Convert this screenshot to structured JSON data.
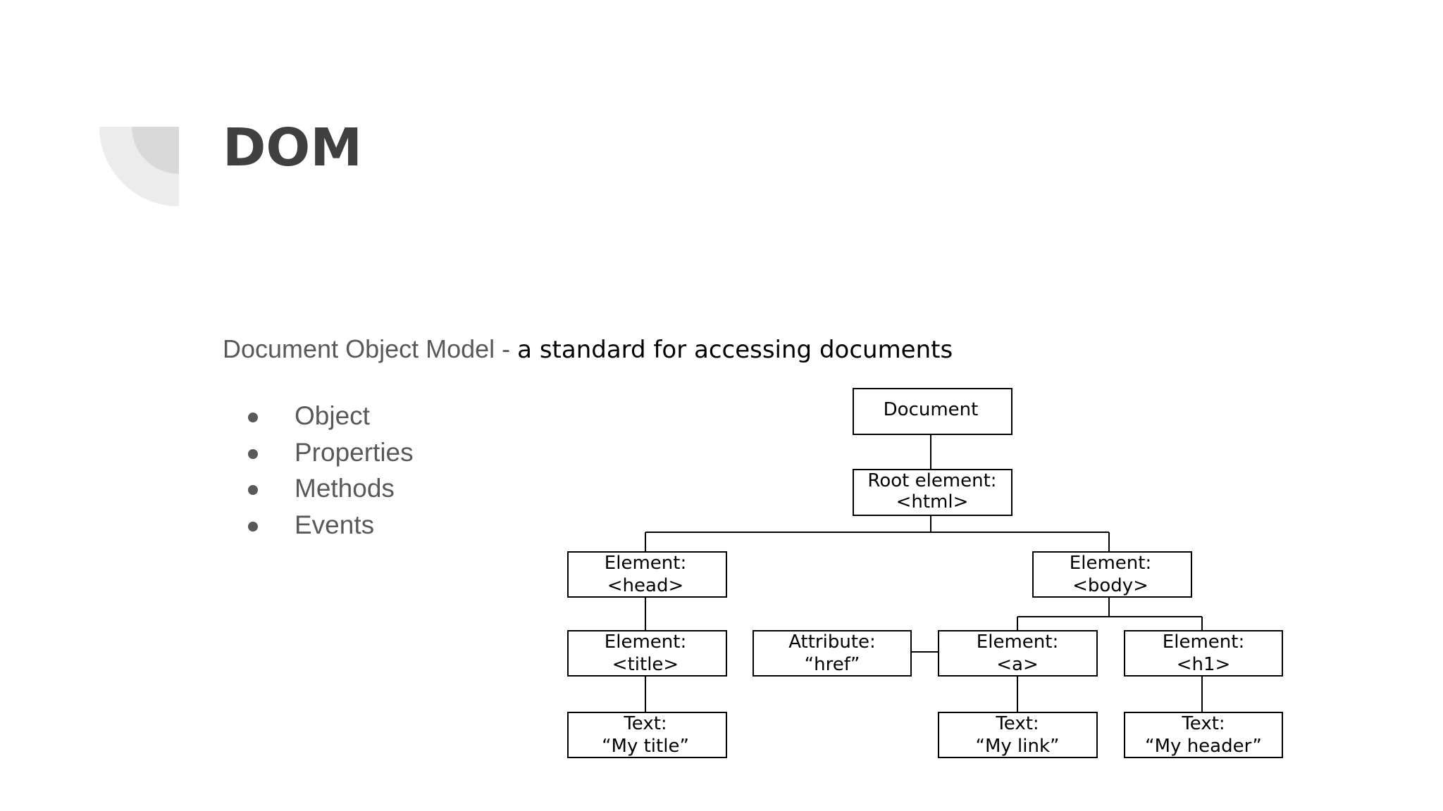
{
  "slide": {
    "title": "DOM",
    "subtitle_part1": "Document Object Model - ",
    "subtitle_part2": "a standard for accessing documents",
    "bullets": [
      "Object",
      "Properties",
      "Methods",
      "Events"
    ],
    "colors": {
      "title": "#404040",
      "body_text": "#595959",
      "accent_text": "#000000",
      "deco_light": "#ececec",
      "deco_dark": "#d9d9d9"
    }
  },
  "diagram": {
    "nodes": {
      "document": [
        "Document"
      ],
      "root": [
        "Root element:",
        "<html>"
      ],
      "head": [
        "Element:",
        "<head>"
      ],
      "body": [
        "Element:",
        "<body>"
      ],
      "title_el": [
        "Element:",
        "<title>"
      ],
      "attr": [
        "Attribute:",
        "“href”"
      ],
      "a": [
        "Element:",
        "<a>"
      ],
      "h1": [
        "Element:",
        "<h1>"
      ],
      "text_title": [
        "Text:",
        "“My title”"
      ],
      "text_link": [
        "Text:",
        "“My link”"
      ],
      "text_header": [
        "Text:",
        "“My header”"
      ]
    }
  }
}
